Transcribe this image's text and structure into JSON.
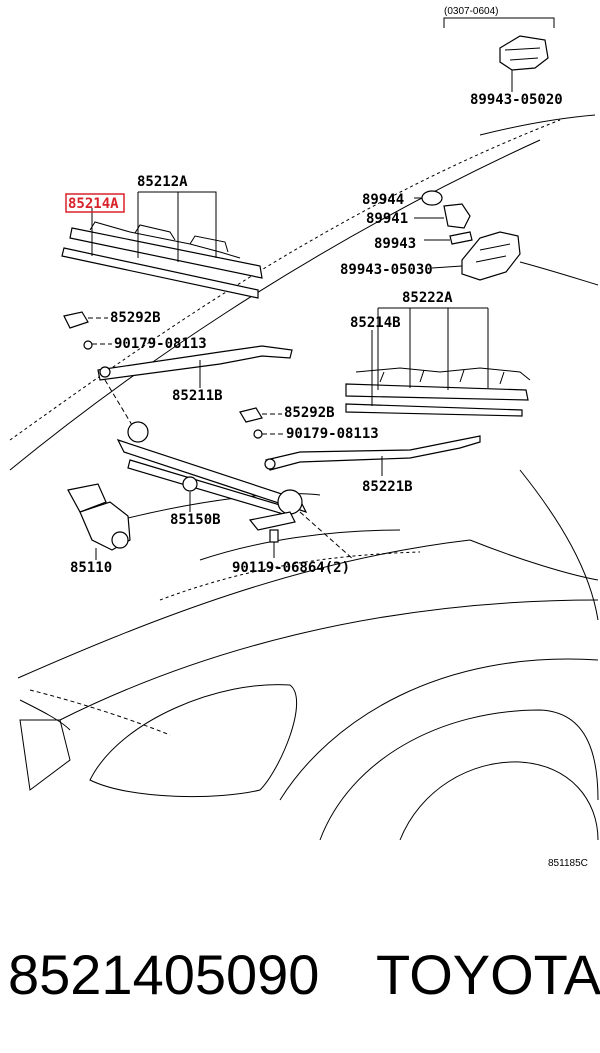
{
  "diagram": {
    "date_range": "(0307-0604)",
    "figure_code": "851185C",
    "labels": {
      "p85212A": "85212A",
      "p85214A": "85214A",
      "p85292B_top": "85292B",
      "p90179_top": "90179-08113",
      "p85211B": "85211B",
      "p85292B_mid": "85292B",
      "p90179_mid": "90179-08113",
      "p85221B": "85221B",
      "p85150B": "85150B",
      "p85110": "85110",
      "p90119": "90119-06864(2)",
      "p89944": "89944",
      "p89941": "89941",
      "p89943": "89943",
      "p89943_05030": "89943-05030",
      "p85222A": "85222A",
      "p85214B": "85214B",
      "p89943_05020": "89943-05020"
    },
    "highlighted_part": "85214A",
    "highlight_color": "#d8232a"
  },
  "footer": {
    "part_number": "8521405090",
    "brand": "TOYOTA"
  }
}
